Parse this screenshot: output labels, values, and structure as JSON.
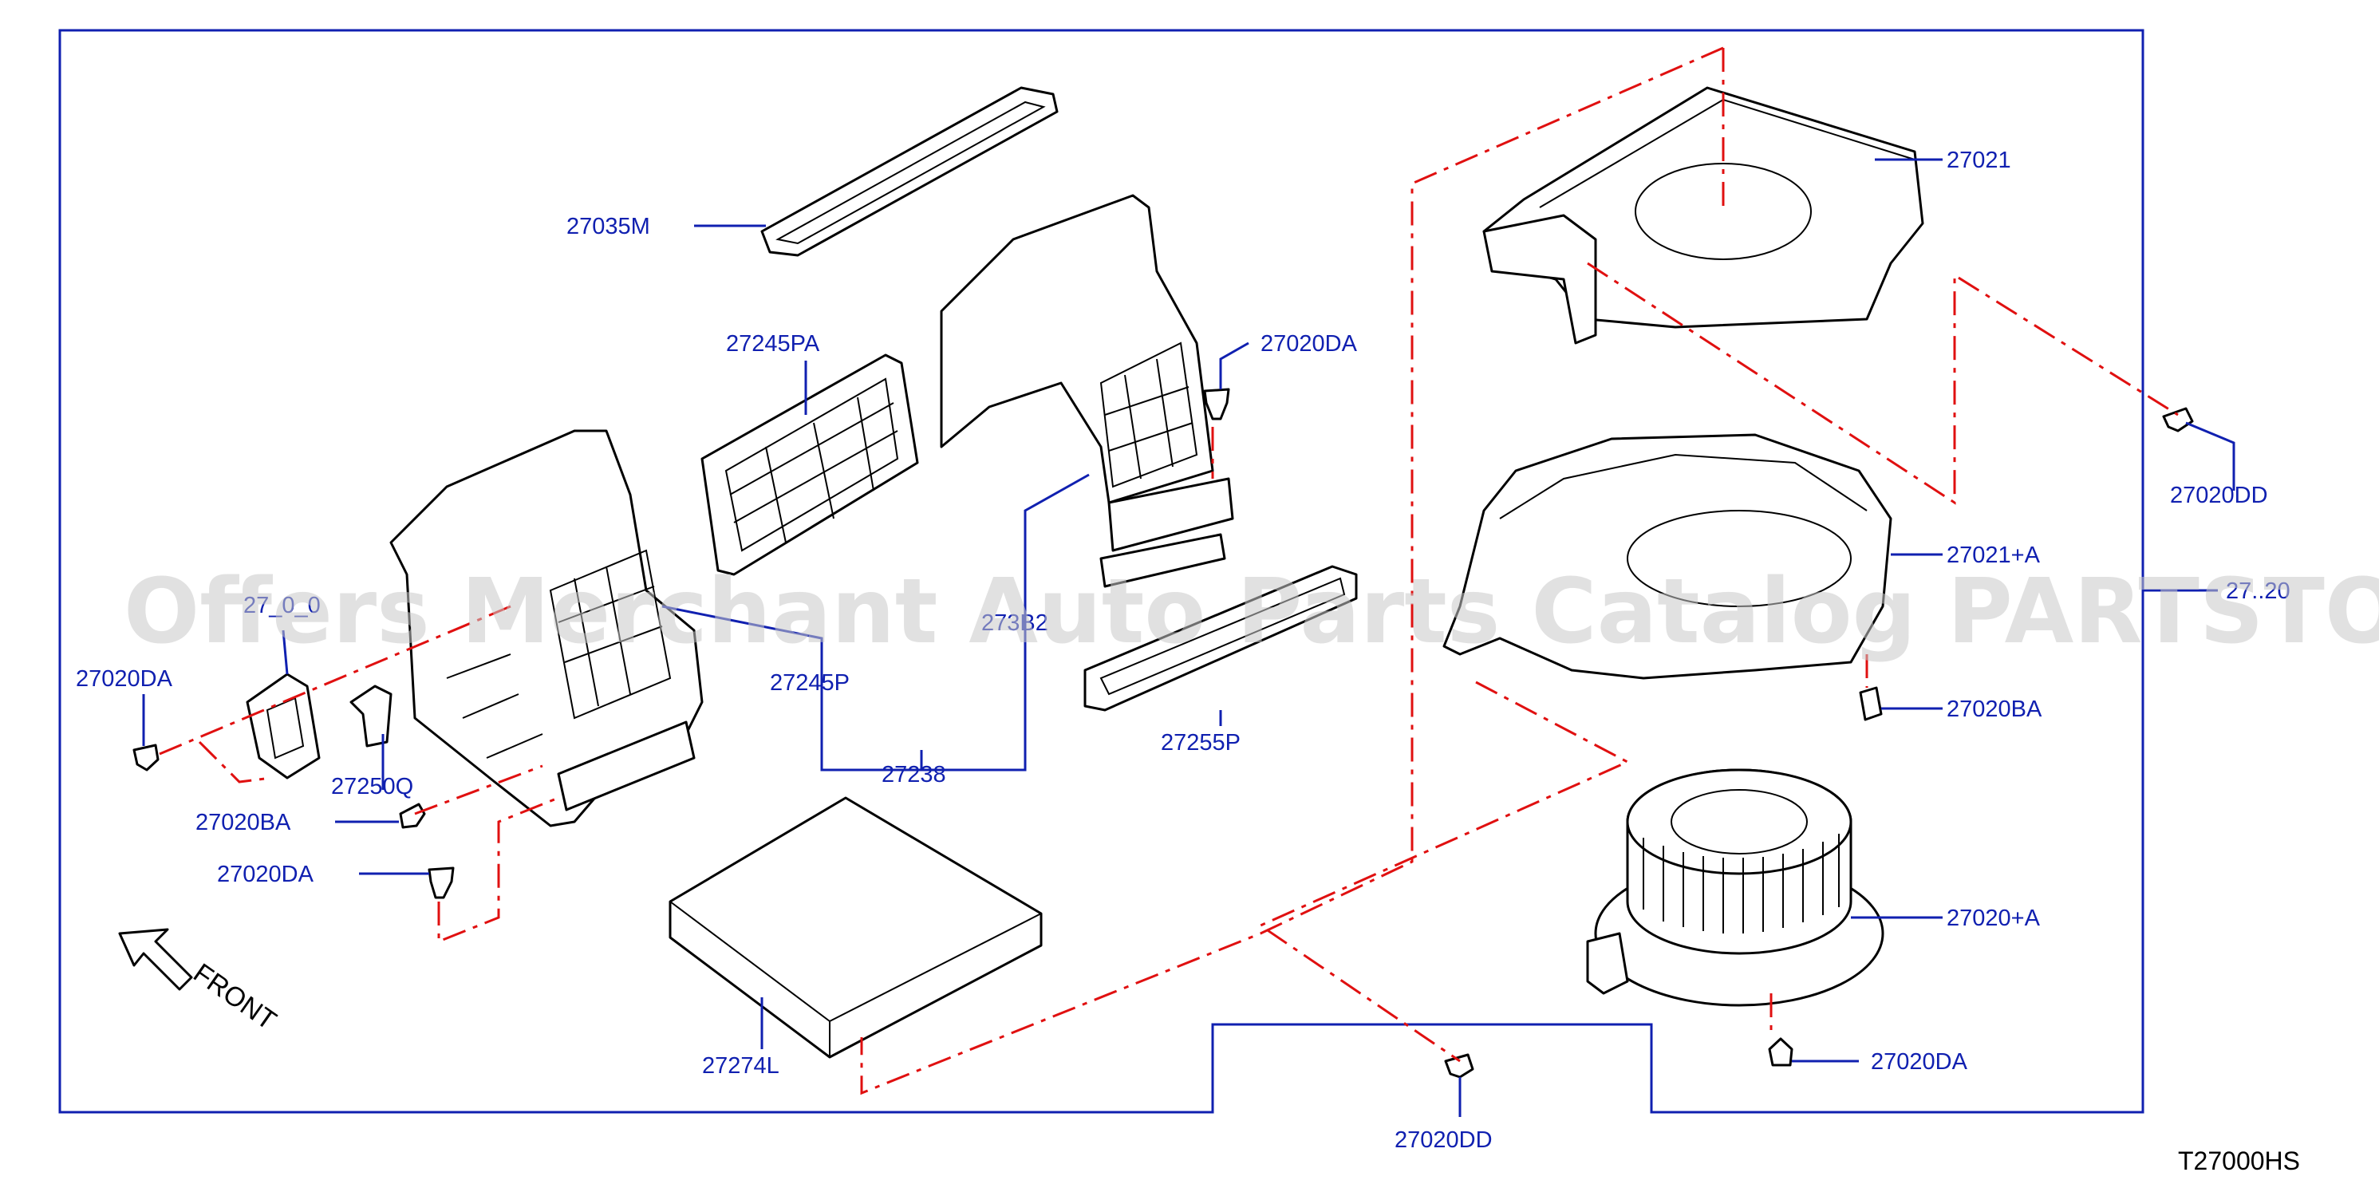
{
  "diagram": {
    "callouts": [
      {
        "id": "27035M",
        "text": "27035M"
      },
      {
        "id": "27245PA",
        "text": "27245PA"
      },
      {
        "id": "27020DA_top",
        "text": "27020DA"
      },
      {
        "id": "27021",
        "text": "27021"
      },
      {
        "id": "27020DD_right",
        "text": "27020DD"
      },
      {
        "id": "27021A",
        "text": "27021+A"
      },
      {
        "id": "27020_right",
        "text": "27..20"
      },
      {
        "id": "27020BA_right",
        "text": "27020BA"
      },
      {
        "id": "27020A",
        "text": "27020+A"
      },
      {
        "id": "27020DA_bottom",
        "text": "27020DA"
      },
      {
        "id": "27020DD_bottom",
        "text": "27020DD"
      },
      {
        "id": "27274L",
        "text": "27274L"
      },
      {
        "id": "27238",
        "text": "27238"
      },
      {
        "id": "27255P",
        "text": "27255P"
      },
      {
        "id": "273B2",
        "text": "273B2"
      },
      {
        "id": "27245P",
        "text": "27245P"
      },
      {
        "id": "27020DA_left",
        "text": "27020DA"
      },
      {
        "id": "27020BA_left",
        "text": "27020BA"
      },
      {
        "id": "27250Q",
        "text": "27250Q"
      },
      {
        "id": "27020DA_lower_left",
        "text": "27020DA"
      },
      {
        "id": "27_0_0",
        "text": "27_0_0"
      }
    ],
    "front_label": "FRONT",
    "diagram_code": "T27000HS",
    "watermark": "Offers Merchant Auto Parts Catalog PARTSTORE.SA",
    "colors": {
      "frame": "#1020b0",
      "callout_text": "#1020b0",
      "dash_lines": "#e01010",
      "parts": "#000000"
    }
  }
}
